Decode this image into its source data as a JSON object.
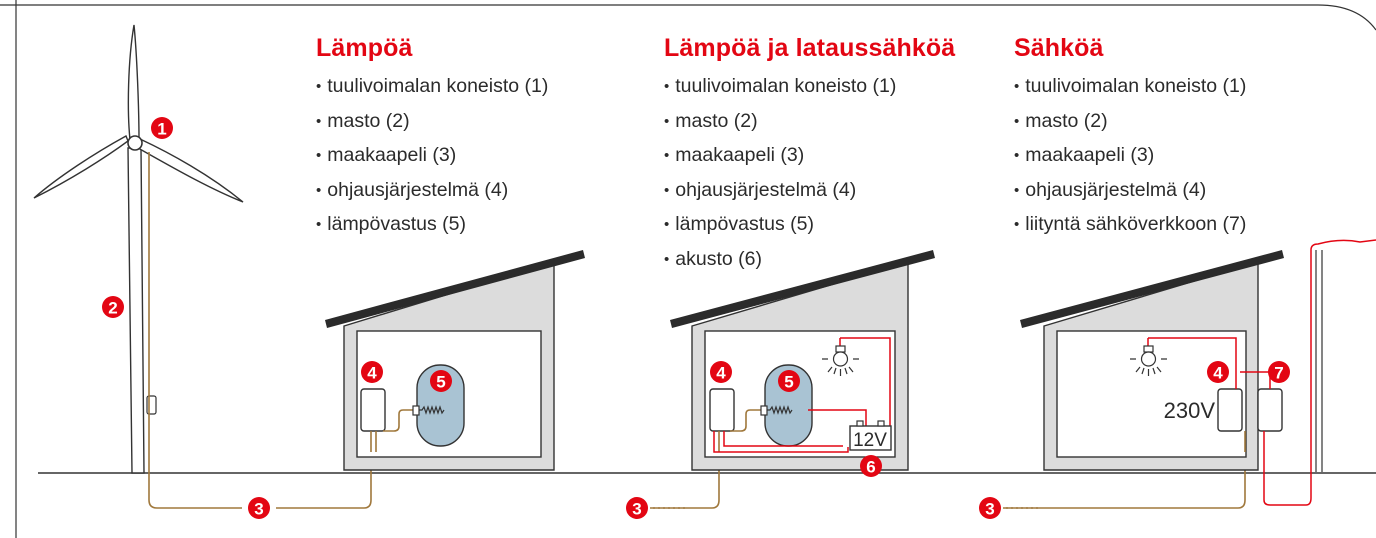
{
  "columns": [
    {
      "title": "Lämpöä",
      "items": [
        "tuulivoimalan koneisto (1)",
        "masto (2)",
        "maakaapeli (3)",
        "ohjausjärjestelmä (4)",
        "lämpövastus (5)"
      ]
    },
    {
      "title": "Lämpöä ja lataussähköä",
      "items": [
        "tuulivoimalan koneisto (1)",
        "masto (2)",
        "maakaapeli (3)",
        "ohjausjärjestelmä (4)",
        "lämpövastus (5)",
        "akusto (6)"
      ]
    },
    {
      "title": "Sähköä",
      "items": [
        "tuulivoimalan koneisto (1)",
        "masto (2)",
        "maakaapeli (3)",
        "ohjausjärjestelmä (4)",
        "liityntä sähköverkkoon (7)"
      ]
    }
  ],
  "badges": {
    "b1": "1",
    "b2": "2",
    "b3": "3",
    "b4": "4",
    "b5": "5",
    "b6": "6",
    "b7": "7"
  },
  "labels": {
    "battery": "12V",
    "voltage": "230V"
  },
  "colors": {
    "accent": "#e30613",
    "cable": "#a0783c",
    "tank": "#a9c3d3",
    "roof": "#2b2b2b",
    "wall": "#dcdcdc"
  }
}
